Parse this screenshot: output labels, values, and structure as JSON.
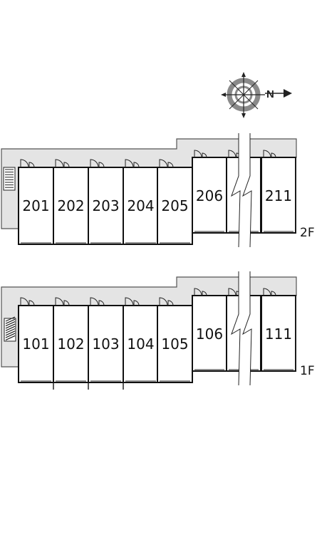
{
  "compass": {
    "north_label": "N",
    "icon": "compass-rose-icon"
  },
  "floors": [
    {
      "label": "2F",
      "units": [
        "201",
        "202",
        "203",
        "204",
        "205",
        "206",
        "211"
      ]
    },
    {
      "label": "1F",
      "units": [
        "101",
        "102",
        "103",
        "104",
        "105",
        "106",
        "111"
      ]
    }
  ],
  "colors": {
    "corridor": "#e4e4e4",
    "wall": "#111111",
    "compass_ring": "#8a8a8a"
  }
}
